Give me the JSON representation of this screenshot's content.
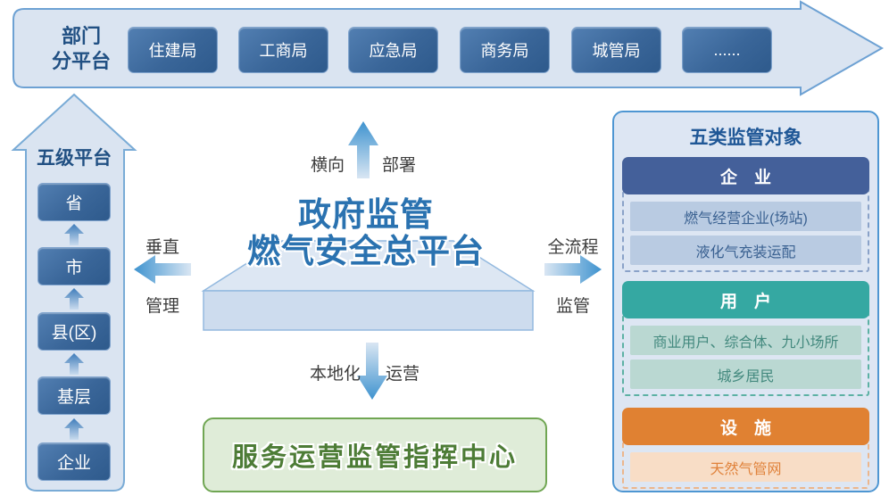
{
  "colors": {
    "banner_fill": "#dae4f1",
    "banner_border": "#6da1d3",
    "dept_box_blue": "#3a6699",
    "heading_navy": "#215083",
    "platform_title_blue": "#2a72b0",
    "arrow_blue": "#3f93cf",
    "command_border_green": "#70a653",
    "command_fill_green": "#dfecd8",
    "command_text_green": "#4d7c36",
    "enterprise_header_blue": "#44609a",
    "enterprise_item_fill": "#b9cbe2",
    "user_header_teal": "#35a8a2",
    "user_item_fill": "#bad8d2",
    "facility_header_orange": "#e08132",
    "facility_item_fill": "#f8ddc6"
  },
  "dept_banner": {
    "label_line1": "部门",
    "label_line2": "分平台",
    "departments": [
      "住建局",
      "工商局",
      "应急局",
      "商务局",
      "城管局",
      "......"
    ]
  },
  "five_level": {
    "title": "五级平台",
    "levels": [
      "省",
      "市",
      "县(区)",
      "基层",
      "企业"
    ]
  },
  "center": {
    "platform_title_line1": "政府监管",
    "platform_title_line2": "燃气安全总平台",
    "top_arrow_left": "横向",
    "top_arrow_right": "部署",
    "left_arrow_top": "垂直",
    "left_arrow_bottom": "管理",
    "right_arrow_top": "全流程",
    "right_arrow_bottom": "监管",
    "bottom_arrow_left": "本地化",
    "bottom_arrow_right": "运营",
    "command_center": "服务运营监管指挥中心"
  },
  "supervision_panel": {
    "title": "五类监管对象",
    "groups": [
      {
        "header": "企　业",
        "items": [
          "燃气经营企业(场站)",
          "液化气充装运配"
        ]
      },
      {
        "header": "用　户",
        "items": [
          "商业用户、综合体、九小场所",
          "城乡居民"
        ]
      },
      {
        "header": "设　施",
        "items": [
          "天然气管网"
        ]
      }
    ]
  }
}
